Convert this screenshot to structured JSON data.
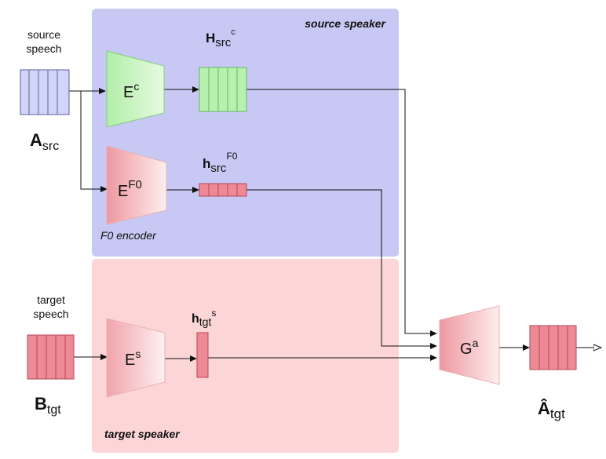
{
  "regions": {
    "source_speaker": "source speaker",
    "target_speaker": "target speaker"
  },
  "inputs": {
    "source": {
      "line1": "source",
      "line2": "speech",
      "sym_main": "A",
      "sym_sub": "src"
    },
    "target": {
      "line1": "target",
      "line2": "speech",
      "sym_main": "B",
      "sym_sub": "tgt"
    }
  },
  "encoders": {
    "content": {
      "main": "E",
      "sup": "c"
    },
    "f0": {
      "main": "E",
      "sup": "F0",
      "caption": "F0 encoder"
    },
    "speaker": {
      "main": "E",
      "sup": "s"
    }
  },
  "features": {
    "h_content": {
      "main": "H",
      "sub": "src",
      "sup": "c"
    },
    "h_f0": {
      "main": "h",
      "sub": "src",
      "sup": "F0"
    },
    "h_speaker": {
      "main": "h",
      "sub": "tgt",
      "sup": "s"
    }
  },
  "generator": {
    "main": "G",
    "sup": "a"
  },
  "output": {
    "main": "Â",
    "sub": "tgt"
  },
  "colors": {
    "source_bg": "#c8c8f4",
    "target_bg": "#fcd6d6",
    "green": "#b8f0b0",
    "red": "#ee8a96",
    "blue_frame": "#d2d4f8"
  }
}
